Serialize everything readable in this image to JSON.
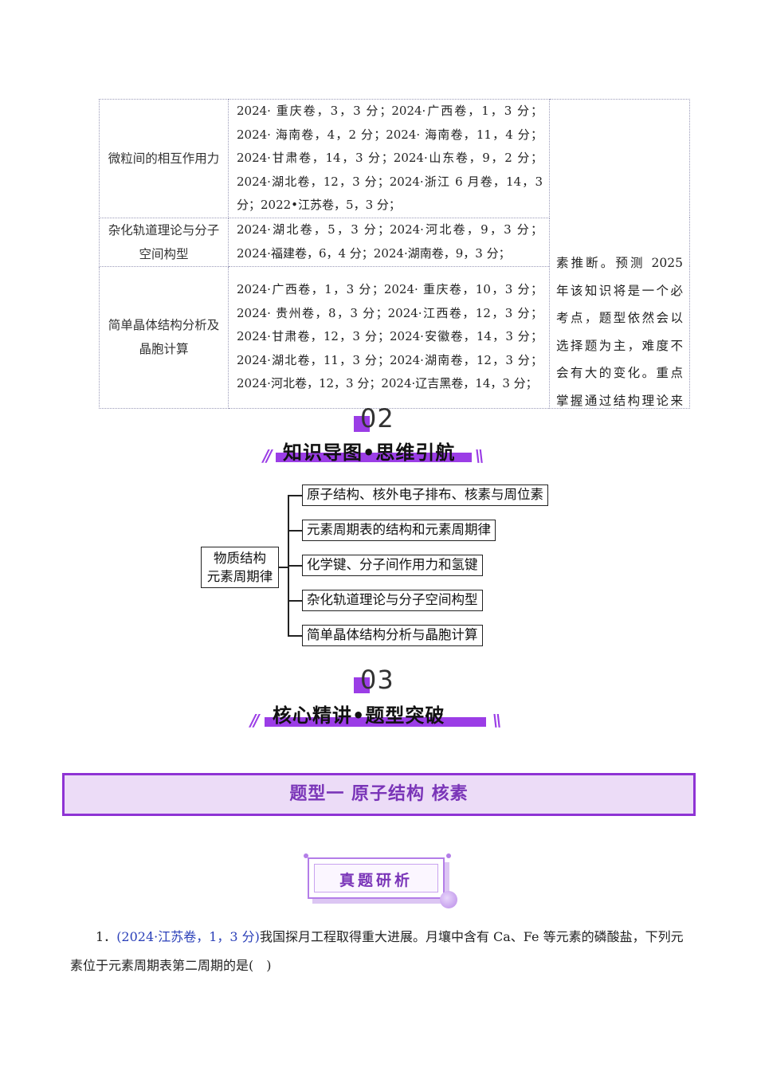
{
  "table": {
    "rows": [
      {
        "topic": "微粒间的相互作用力",
        "detail": "2024· 重庆卷，3，3 分；2024·广西卷，1，3 分；2024· 海南卷，4，2 分；2024· 海南卷，11，4 分；2024·甘肃卷，14，3 分；2024·山东卷，9，2 分；2024·湖北卷，12，3 分；2024·浙江 6 月卷，14，3 分；2022•江苏卷，5，3 分；"
      },
      {
        "topic": "杂化轨道理论与分子空间构型",
        "detail": "2024·湖北卷，5，3 分；2024·河北卷，9，3 分；2024·福建卷，6，4 分；2024·湖南卷，9，3 分；"
      },
      {
        "topic": "简单晶体结构分析及晶胞计算",
        "detail": "2024·广西卷，1，3 分；2024· 重庆卷，10，3 分；2024· 贵州卷，8，3 分；2024·江西卷，12，3 分；2024·甘肃卷，12，3 分；2024·安徽卷，14，3 分；2024·湖北卷，11，3 分；2024·湖南卷，12，3 分；2024·河北卷，12，3 分；2024·辽吉黑卷，14，3 分；"
      }
    ],
    "analysis_lines": [
      "素推断。预测 2025",
      "年该知识将是一个必",
      "考点，题型依然会以",
      "选择题为主，难度不",
      "会有大的变化。重点",
      "掌握通过结构理论来"
    ]
  },
  "section2": {
    "number": "02",
    "title": "知识导图•思维引航"
  },
  "mindmap": {
    "root": [
      "物质结构",
      "元素周期律"
    ],
    "branches": [
      "原子结构、核外电子排布、核素与周位素",
      "元素周期表的结构和元素周期律",
      "化学键、分子间作用力和氢键",
      "杂化轨道理论与分子空间构型",
      "简单晶体结构分析与晶胞计算"
    ]
  },
  "section3": {
    "number": "03",
    "title": "核心精讲•题型突破"
  },
  "banner": {
    "title": "题型一  原子结构 核素"
  },
  "badge": {
    "label": "真题研析"
  },
  "question": {
    "number": "1．",
    "source": "(2024·江苏卷，1，3 分)",
    "text_line1": "我国探月工程取得重大进展。月壤中含有 Ca、Fe 等元素的磷酸盐，下列元",
    "text_line2": "素位于元素周期表第二周期的是(　)"
  },
  "colors": {
    "accent_purple": "#9b3de6",
    "banner_bg": "#ecdcf7",
    "source_blue": "#2a3fb8"
  }
}
